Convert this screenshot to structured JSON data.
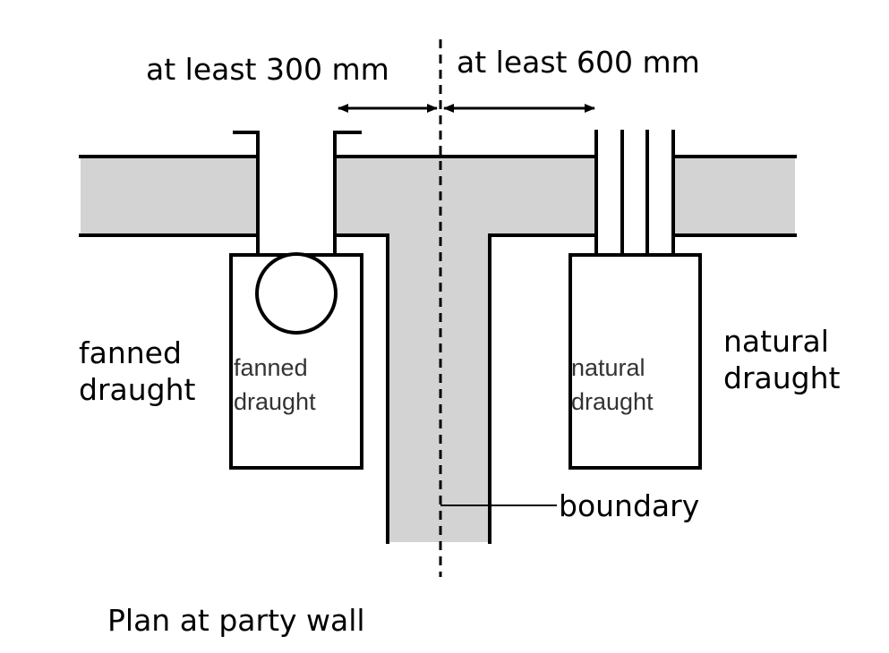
{
  "labels": {
    "dim_left": "at least 300 mm",
    "dim_right": "at least 600 mm",
    "left_outer_line1": "fanned",
    "left_outer_line2": "draught",
    "left_box_line1": "fanned",
    "left_box_line2": "draught",
    "right_box_line1": "natural",
    "right_box_line2": "draught",
    "right_outer_line1": "natural",
    "right_outer_line2": "draught",
    "boundary": "boundary",
    "caption": "Plan at party wall"
  },
  "colors": {
    "wall_fill": "#d3d3d3",
    "stroke": "#000000"
  }
}
